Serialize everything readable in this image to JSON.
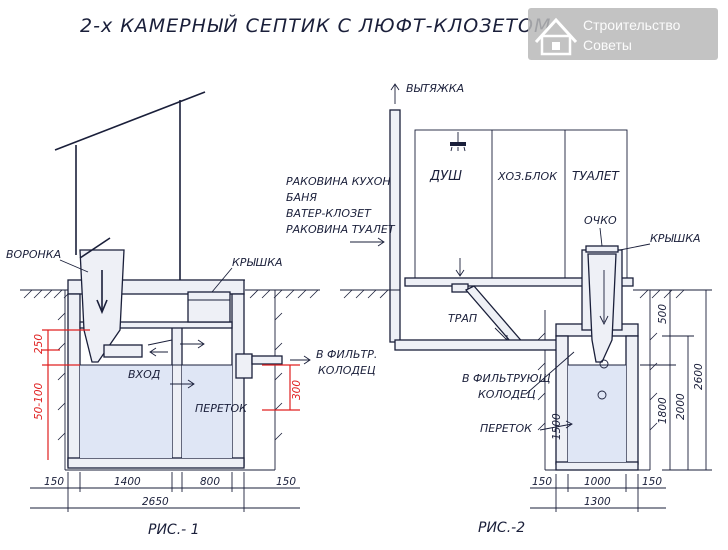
{
  "title": "2-х КАМЕРНЫЙ СЕПТИК С ЛЮФТ-КЛОЗЕТОМ",
  "watermark": {
    "line1": "Строительство",
    "line2": "Советы"
  },
  "fig1": {
    "caption": "РИС.- 1",
    "labels": {
      "funnel": "ВОРОНКА",
      "lid": "КРЫШКА",
      "inlet": "ВХОД",
      "overflow": "ПЕРЕТОК",
      "to_filter_1": "В ФИЛЬТР.",
      "to_filter_2": "КОЛОДЕЦ"
    },
    "dims": {
      "d150_left": "150",
      "d1400": "1400",
      "d800": "800",
      "d150_right": "150",
      "d2650": "2650",
      "d250": "250",
      "d50_100": "50-100",
      "d300": "300"
    }
  },
  "fig2": {
    "caption": "РИС.-2",
    "labels": {
      "exhaust": "ВЫТЯЖКА",
      "shower": "ДУШ",
      "utility": "ХОЗ.БЛОК",
      "toilet": "ТУАЛЕТ",
      "hole": "ОЧКО",
      "lid": "КРЫШКА",
      "trap": "ТРАП",
      "to_filter_1": "В ФИЛЬТРУЮЩ",
      "to_filter_2": "КОЛОДЕЦ",
      "overflow": "ПЕРЕТОК",
      "sources": [
        "РАКОВИНА КУХОН",
        "БАНЯ",
        "ВАТЕР-КЛОЗЕТ",
        "РАКОВИНА ТУАЛЕТ"
      ]
    },
    "dims": {
      "d150_left": "150",
      "d1000": "1000",
      "d150_right": "150",
      "d1300": "1300",
      "d500": "500",
      "d1800": "1800",
      "d2000": "2000",
      "d2600": "2600",
      "d1500": "1500"
    }
  },
  "colors": {
    "ink": "#1a1f3a",
    "accent_red": "#e02020",
    "water": "#dfe6f5",
    "watermark_bg": "#b9b9b9"
  }
}
